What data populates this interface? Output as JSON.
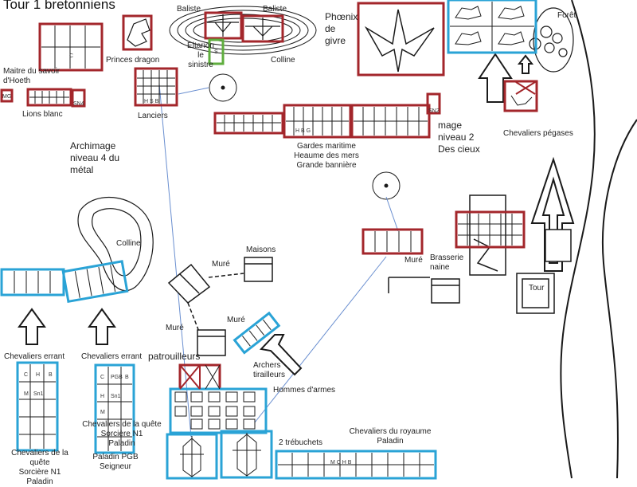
{
  "title": "Tour 1 bretonniens",
  "colors": {
    "enemy_unit": "#a3262b",
    "ally_unit": "#2aa3d6",
    "special_unit": "#5fae3e",
    "movement_line": "#6a8fd0",
    "ink": "#1a1a1a"
  },
  "labels": {
    "baliste_1": "Baliste",
    "baliste_2": "Baliste",
    "eltharion": "Eltarion le sinistre",
    "colline_top": "Colline",
    "princes_dragon": "Princes dragon",
    "maitre": "Maitre du savoir d'Hoeth",
    "lions_blanc": "Lions blanc",
    "lanciers": "Lanciers",
    "archimage": "Archimage niveau 4 du métal",
    "phoenix": "Phœnix de givre",
    "foret": "Forêt",
    "chevaliers_pegases": "Chevaliers pégases",
    "mage": "mage niveau 2 Des cieux",
    "gardes": "Gardes maritime\nHeaume des mers\nGrande bannière",
    "colline_left": "Colline",
    "maisons": "Maisons",
    "mure_1": "Muré",
    "mure_2": "Muré",
    "mure_3": "Muré",
    "mure_4": "Muré",
    "patrouilleurs": "patrouilleurs",
    "archers": "Archers tirailleurs",
    "hommes_armes": "Hommes d'armes",
    "brasserie": "Brasserie naine",
    "tour": "Tour",
    "chev_errant_1": "Chevaliers errant",
    "chev_errant_2": "Chevaliers errant",
    "chev_quete_1": "Chevaliers de la quête\nSorcière N1\nPaladin",
    "chev_quete_2": "Chevaliers de la quête\nSorcière N1\nPaladin",
    "paladin_pgb": "Paladin PGB\nSeigneur",
    "trebuchets": "2 trébuchets",
    "chev_royaume": "Chevaliers du royaume\nPaladin"
  },
  "unit_marks": {
    "princes_c": "C",
    "mg": "MG",
    "sn4": "SN4",
    "sn2": "SN2",
    "s": "S",
    "lanciers_marks": "H S B",
    "gardes_marks": "H B G",
    "errant_c": "C",
    "errant_h": "H",
    "errant_b": "B",
    "errant_m": "M",
    "errant_sn1": "Sn1",
    "quete_c": "C",
    "quete_pgb": "PGB",
    "quete_b": "B",
    "quete_sn1": "Sn1",
    "quete_h": "H",
    "quete_m": "M",
    "royaume_marks": "M C H B"
  }
}
